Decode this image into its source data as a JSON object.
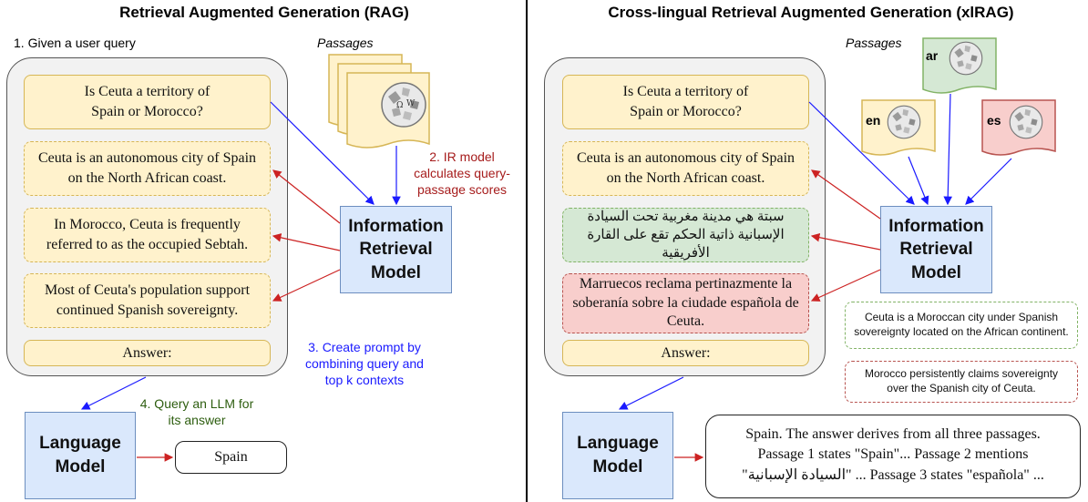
{
  "rag": {
    "title": "Retrieval Augmented Generation (RAG)",
    "step1": "1. Given a user query",
    "passages_label": "Passages",
    "query": "Is Ceuta a territory of\nSpain or Morocco?",
    "contexts": [
      "Ceuta is an autonomous city of Spain on the North African coast.",
      "In Morocco, Ceuta is frequently referred to as the occupied Sebtah.",
      "Most of Ceuta's population support continued Spanish sovereignty."
    ],
    "answer_label": "Answer:",
    "ir_model": "Information Retrieval Model",
    "step2": "2. IR model\ncalculates query-\npassage scores",
    "step3": "3. Create prompt by\ncombining query and\ntop k contexts",
    "step4": "4. Query an LLM for\nits answer",
    "lm": "Language Model",
    "output": "Spain"
  },
  "xlrag": {
    "title": "Cross-lingual Retrieval Augmented Generation (xlRAG)",
    "passages_label": "Passages",
    "lang_ar": "ar",
    "lang_en": "en",
    "lang_es": "es",
    "query": "Is Ceuta a territory of\nSpain or Morocco?",
    "ctx_en": "Ceuta is an autonomous city of Spain on the North African coast.",
    "ctx_ar": "سبتة هي مدينة مغربية تحت السيادة الإسبانية ذاتية الحكم تقع على القارة الأفريقية",
    "ctx_es": "Marruecos reclama pertinazmente la soberanía sobre la ciudade española de Ceuta.",
    "answer_label": "Answer:",
    "ir_model": "Information Retrieval Model",
    "translation_ar": "Ceuta is a Moroccan city under Spanish sovereignty located on the African continent.",
    "translation_es": "Morocco persistently claims sovereignty over the Spanish city of Ceuta.",
    "lm": "Language Model",
    "output_line1": "Spain. The answer derives from all three passages.",
    "output_line2": "Passage 1 states \"Spain\"... Passage 2 mentions",
    "output_line3_a": "\"السيادة الإسبانية\"",
    "output_line3_b": " ... Passage 3 states \"española\" ..."
  },
  "colors": {
    "blue_arrow": "#1a1aff",
    "red_arrow": "#cc2222",
    "step2_color": "#a61c1c",
    "step3_color": "#1a1aff",
    "step4_color": "#2e5e10",
    "divider": "#000000"
  },
  "icons": [
    "wikipedia-globe-icon"
  ]
}
